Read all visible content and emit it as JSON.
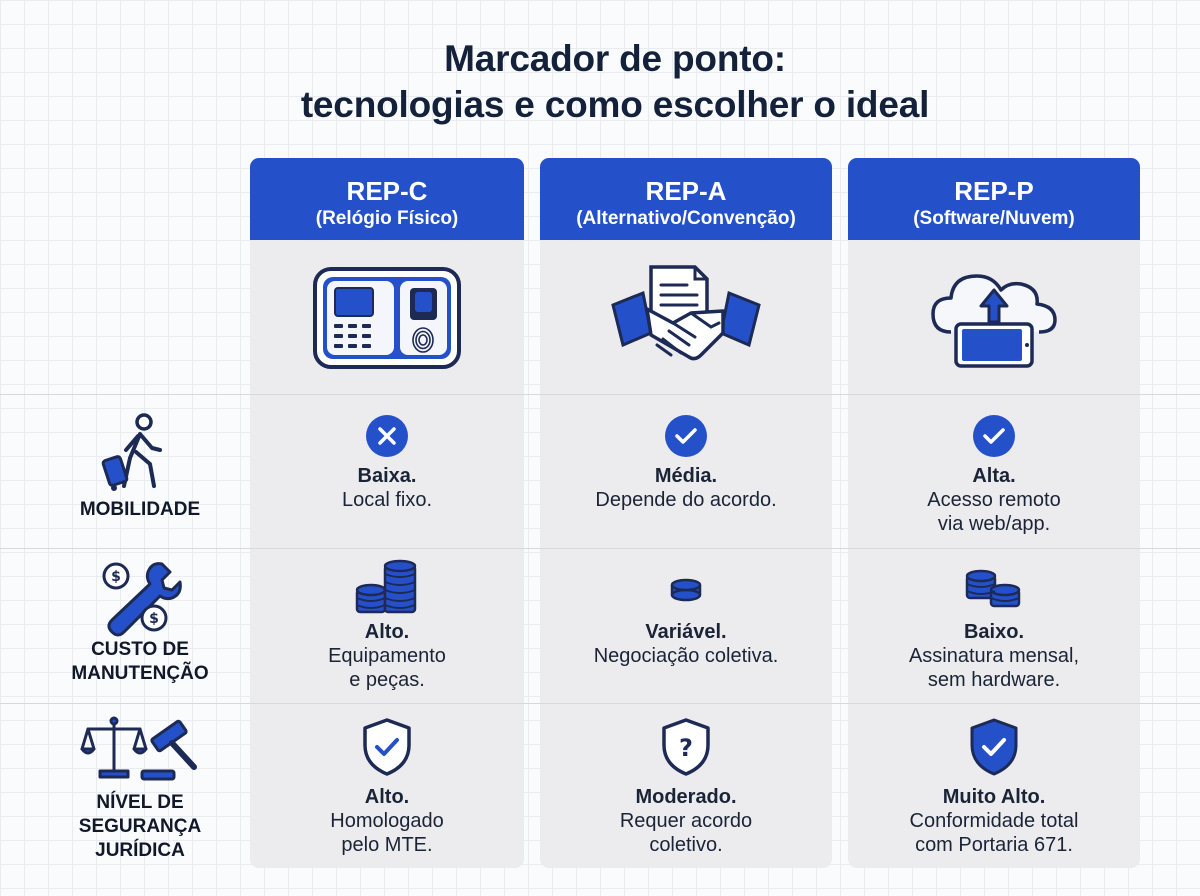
{
  "title": {
    "line1": "Marcador de ponto:",
    "line2": "tecnologias e como escolher o ideal"
  },
  "columns": [
    {
      "name": "REP-C",
      "subtitle": "(Relógio Físico)",
      "icon": "time-clock-fingerprint-icon"
    },
    {
      "name": "REP-A",
      "subtitle": "(Alternativo/Convenção)",
      "icon": "handshake-document-icon"
    },
    {
      "name": "REP-P",
      "subtitle": "(Software/Nuvem)",
      "icon": "cloud-upload-tablet-icon"
    }
  ],
  "rows": [
    {
      "label": [
        "MOBILIDADE"
      ],
      "icon": "person-with-suitcase-icon",
      "cells": [
        {
          "mark": "x-circle-icon",
          "bold": "Baixa.",
          "lines": [
            "Local fixo."
          ]
        },
        {
          "mark": "check-circle-icon",
          "bold": "Média.",
          "lines": [
            "Depende do acordo."
          ]
        },
        {
          "mark": "check-circle-icon",
          "bold": "Alta.",
          "lines": [
            "Acesso remoto",
            "via web/app."
          ]
        }
      ]
    },
    {
      "label": [
        "CUSTO DE",
        "MANUTENÇÃO"
      ],
      "icon": "wrench-coins-icon",
      "cells": [
        {
          "mark": "coin-stacks-large-icon",
          "bold": "Alto.",
          "lines": [
            "Equipamento",
            "e peças."
          ]
        },
        {
          "mark": "single-coin-icon",
          "bold": "Variável.",
          "lines": [
            "Negociação coletiva."
          ]
        },
        {
          "mark": "coin-stacks-small-icon",
          "bold": "Baixo.",
          "lines": [
            "Assinatura mensal,",
            "sem hardware."
          ]
        }
      ]
    },
    {
      "label": [
        "NÍVEL DE",
        "SEGURANÇA",
        "JURÍDICA"
      ],
      "icon": "scales-gavel-icon",
      "cells": [
        {
          "mark": "shield-check-outline-icon",
          "bold": "Alto.",
          "lines": [
            "Homologado",
            "pelo MTE."
          ]
        },
        {
          "mark": "shield-question-icon",
          "bold": "Moderado.",
          "lines": [
            "Requer acordo",
            "coletivo."
          ]
        },
        {
          "mark": "shield-check-filled-icon",
          "bold": "Muito Alto.",
          "lines": [
            "Conformidade total",
            "com Portaria 671."
          ]
        }
      ]
    }
  ],
  "colors": {
    "accent": "#2451c9",
    "navy": "#1c2a55",
    "panel": "#ececee"
  }
}
